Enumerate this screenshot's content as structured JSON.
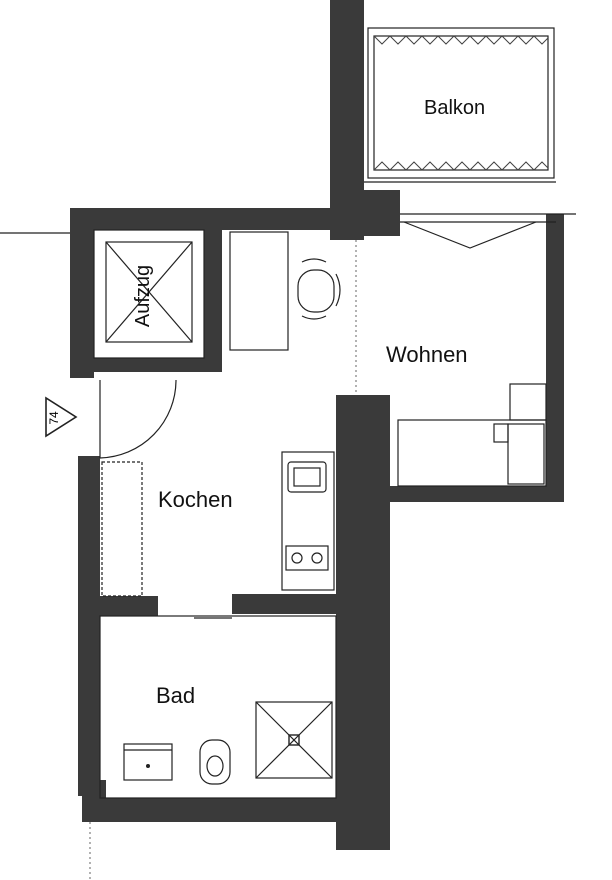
{
  "rooms": {
    "balkon": "Balkon",
    "wohnen": "Wohnen",
    "kochen": "Kochen",
    "bad": "Bad",
    "aufzug": "Aufzug"
  },
  "marker": {
    "number": "74"
  },
  "colors": {
    "wall": "#3a3a3a",
    "line": "#222222",
    "background": "#ffffff"
  }
}
